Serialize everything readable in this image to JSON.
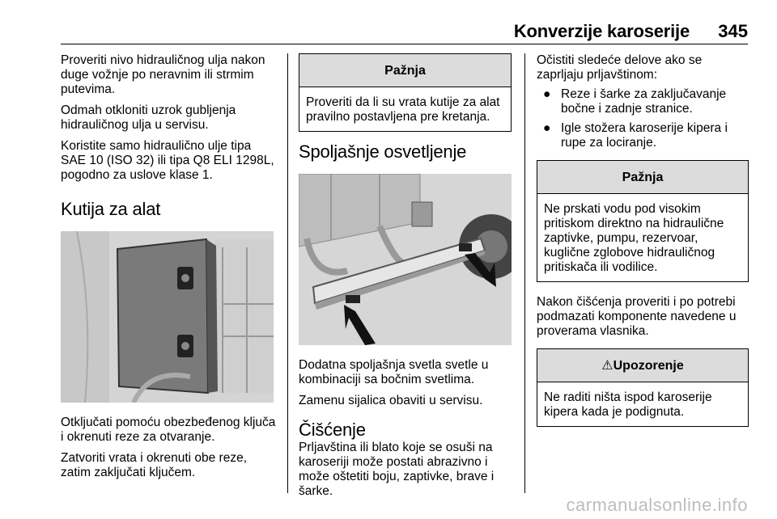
{
  "header": {
    "title": "Konverzije karoserije",
    "page": "345"
  },
  "col1": {
    "p1": "Proveriti nivo hidrauličnog ulja nakon duge vožnje po neravnim ili strmim putevima.",
    "p2": "Odmah otkloniti uzrok gubljenja hidrauličnog ulja u servisu.",
    "p3": "Koristite samo hidraulično ulje tipa SAE 10 (ISO 32) ili tipa Q8 ELI 1298L, pogodno za uslove klase 1.",
    "heading": "Kutija za alat",
    "p4": "Otključati pomoću obezbeđenog ključa i okrenuti reze za otvaranje.",
    "p5": "Zatvoriti vrata i okrenuti obe reze, zatim zaključati ključem."
  },
  "col2": {
    "notice_title": "Pažnja",
    "notice_text": "Proveriti da li su vrata kutije za alat pravilno postavljena pre kretanja.",
    "heading1": "Spoljašnje osvetljenje",
    "p1": "Dodatna spoljašnja svetla svetle u kombinaciji sa bočnim svetlima.",
    "p2": "Zamenu sijalica obaviti u servisu.",
    "heading2": "Čišćenje",
    "p3": "Prljavština ili blato koje se osuši na karoseriji može postati abrazivno i može oštetiti boju, zaptivke, brave i šarke."
  },
  "col3": {
    "intro": "Očistiti sledeće delove ako se zaprljaju prljavštinom:",
    "bullets": [
      "Reze i šarke za zaključavanje bočne i zadnje stranice.",
      "Igle stožera karoserije kipera i rupe za lociranje."
    ],
    "notice_title": "Pažnja",
    "notice_text": "Ne prskati vodu pod visokim pritiskom direktno na hidraulične zaptivke, pumpu, rezervoar, kuglične zglobove hidrauličnog pritiskača ili vodilice.",
    "p1": "Nakon čišćenja proveriti i po potrebi podmazati komponente navedene u proverama vlasnika.",
    "warning_symbol": "⚠",
    "warning_title": "Upozorenje",
    "warning_text": "Ne raditi ništa ispod karoserije kipera kada je podignuta."
  },
  "watermark": "carmanualsonline.info"
}
